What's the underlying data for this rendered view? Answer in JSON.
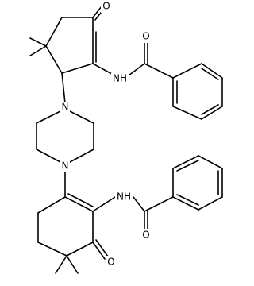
{
  "molecule": {
    "atoms": [
      {
        "id": "O_top",
        "symbol": "O"
      },
      {
        "id": "NH_top",
        "symbol": "NH"
      },
      {
        "id": "O_top_amide",
        "symbol": "O"
      },
      {
        "id": "N_pip_top",
        "symbol": "N"
      },
      {
        "id": "N_pip_bottom",
        "symbol": "N"
      },
      {
        "id": "NH_bottom",
        "symbol": "NH"
      },
      {
        "id": "O_bottom_amide",
        "symbol": "O"
      },
      {
        "id": "O_bottom",
        "symbol": "O"
      }
    ]
  },
  "colors": {
    "bond": "#000000",
    "background": "#ffffff"
  }
}
